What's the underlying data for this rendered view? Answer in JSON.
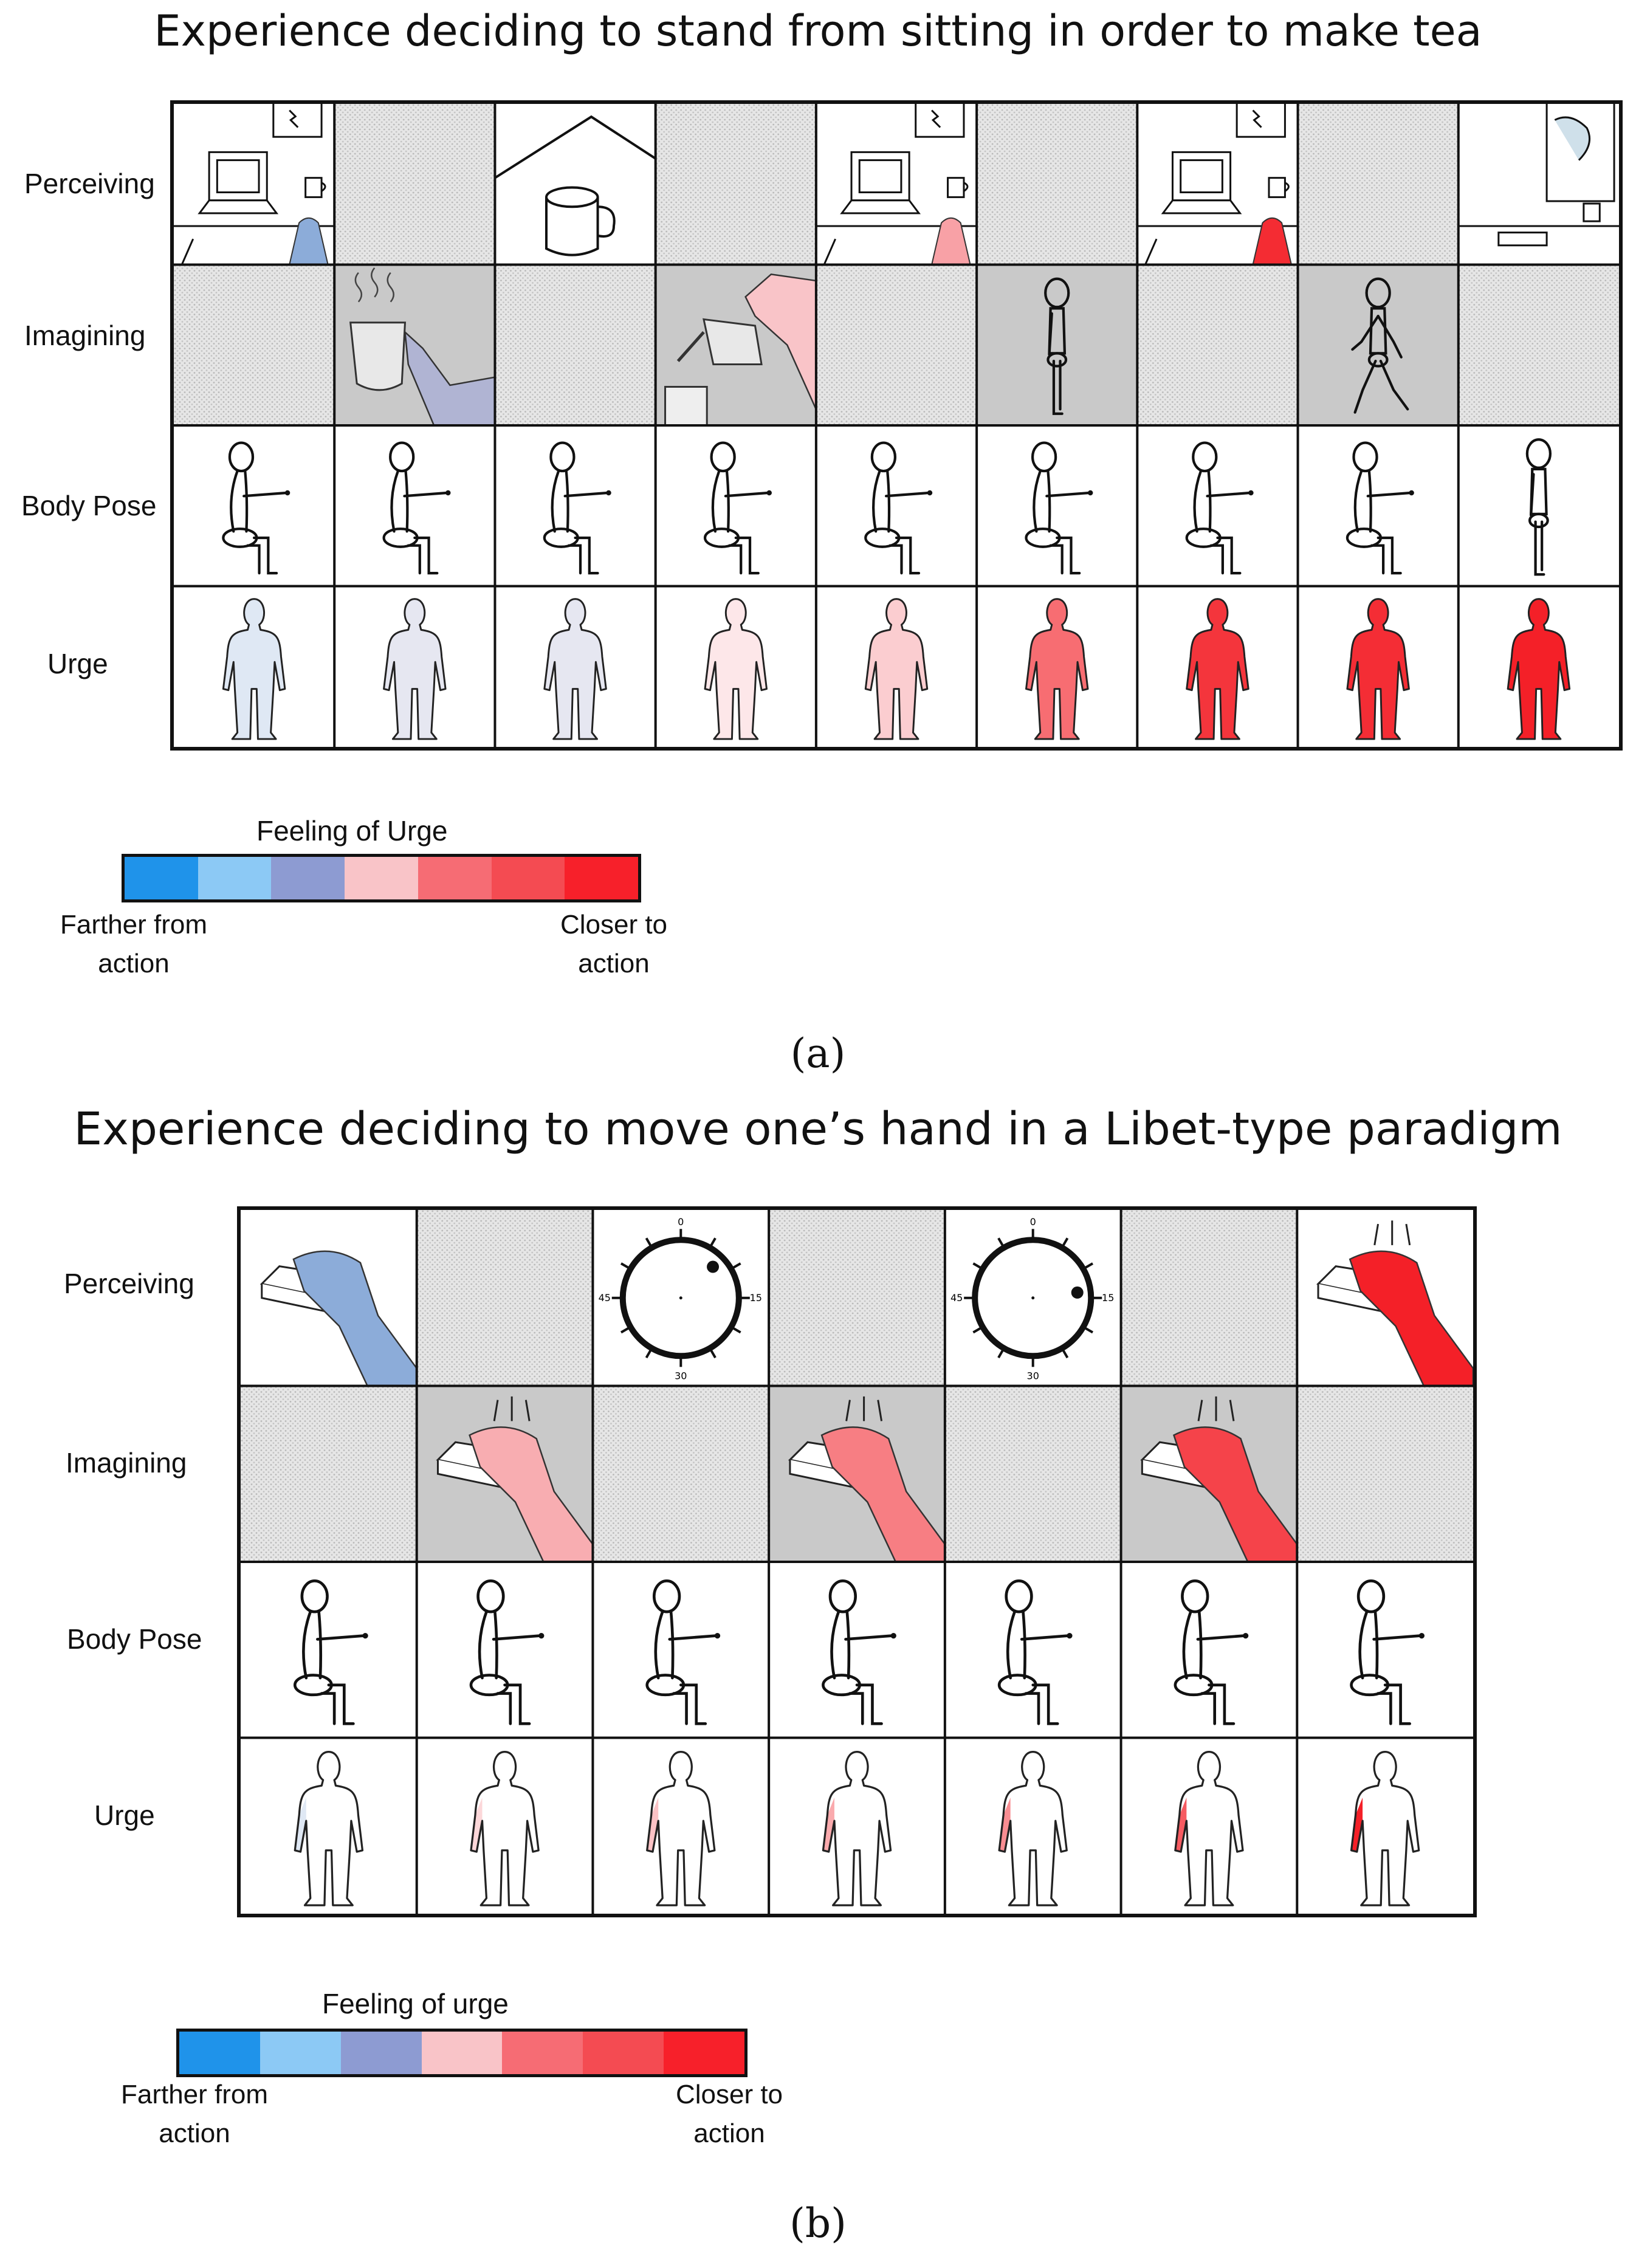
{
  "panel_a": {
    "title": "Experience deciding to stand from sitting in order to make tea",
    "label": "(a)",
    "rows": [
      "Perceiving",
      "Imagining",
      "Body Pose",
      "Urge"
    ],
    "legend": {
      "title": "Feeling of Urge",
      "left": [
        "Farther from",
        "action"
      ],
      "right": [
        "Closer to",
        "action"
      ],
      "colors": [
        "#1f93ea",
        "#8cc9f5",
        "#8d9bd2",
        "#f9c4c8",
        "#f66c74",
        "#f44b52",
        "#f7202a"
      ]
    },
    "perceiving": [
      "desk-scene",
      "empty",
      "mug-closeup",
      "empty",
      "desk-scene",
      "empty",
      "desk-scene",
      "empty",
      "window-desk-scene"
    ],
    "imagining": [
      "empty",
      "hand-holding-tea-mug",
      "empty",
      "pouring-kettle",
      "empty",
      "standing-figure",
      "empty",
      "walking-figure",
      "empty"
    ],
    "body_pose": [
      "sitting",
      "sitting",
      "sitting",
      "sitting",
      "sitting",
      "sitting",
      "sitting",
      "sitting",
      "standing"
    ],
    "urge_levels": [
      0.15,
      0.2,
      0.2,
      0.3,
      0.45,
      0.8,
      0.95,
      0.97,
      1.0
    ]
  },
  "panel_b": {
    "title": "Experience deciding to move one’s hand in a Libet-type paradigm",
    "label": "(b)",
    "rows": [
      "Perceiving",
      "Imagining",
      "Body Pose",
      "Urge"
    ],
    "legend": {
      "title": "Feeling of urge",
      "left": [
        "Farther from",
        "action"
      ],
      "right": [
        "Closer to",
        "action"
      ],
      "colors": [
        "#1f93ea",
        "#8cc9f5",
        "#8d9bd2",
        "#f9c4c8",
        "#f66c74",
        "#f44b52",
        "#f7202a"
      ]
    },
    "perceiving": [
      "hand-on-button",
      "empty",
      "libet-clock",
      "empty",
      "libet-clock",
      "empty",
      "hand-pressing-button"
    ],
    "imagining": [
      "empty",
      "hand-pressing-button",
      "empty",
      "hand-pressing-button",
      "empty",
      "hand-pressing-button",
      "empty"
    ],
    "body_pose": [
      "sitting",
      "sitting",
      "sitting",
      "sitting",
      "sitting",
      "sitting",
      "sitting"
    ],
    "urge_levels": [
      0.15,
      0.4,
      0.5,
      0.6,
      0.7,
      0.85,
      1.0
    ],
    "clock_ticks": [
      "0",
      "15",
      "30",
      "45"
    ]
  }
}
